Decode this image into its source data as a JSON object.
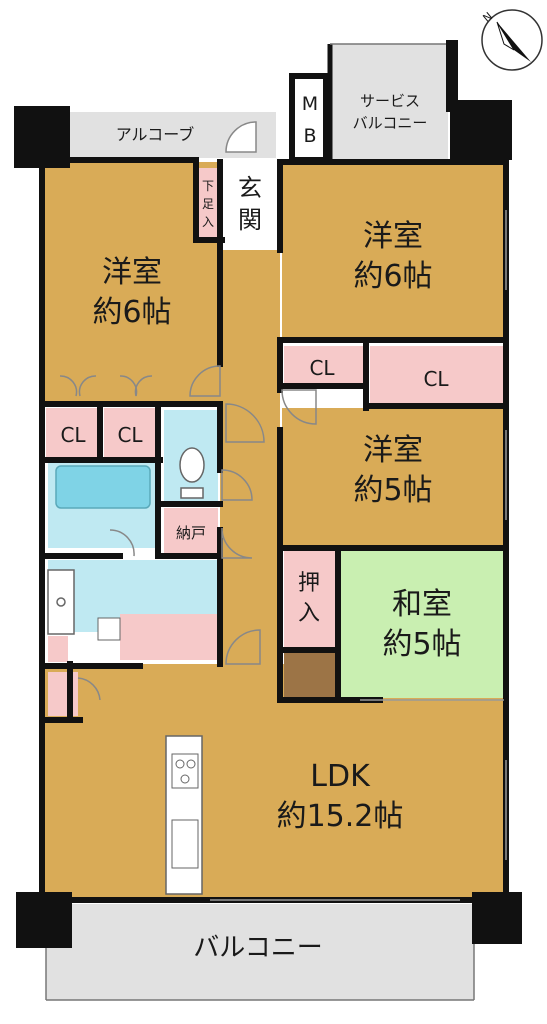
{
  "labels": {
    "alcove": "アルコーブ",
    "mb_1": "M",
    "mb_2": "B",
    "service_balcony_1": "サービス",
    "service_balcony_2": "バルコニー",
    "genkan_1": "玄",
    "genkan_2": "関",
    "shoe_storage_1": "下",
    "shoe_storage_2": "足",
    "shoe_storage_3": "入",
    "western_room_a_1": "洋室",
    "western_room_a_2": "約6帖",
    "western_room_b_1": "洋室",
    "western_room_b_2": "約6帖",
    "western_room_c_1": "洋室",
    "western_room_c_2": "約5帖",
    "cl": "CL",
    "storage_closet": "納戸",
    "oshiire_1": "押",
    "oshiire_2": "入",
    "japanese_room_1": "和室",
    "japanese_room_2": "約5帖",
    "ldk_1": "LDK",
    "ldk_2": "約15.2帖",
    "balcony": "バルコニー"
  },
  "colors": {
    "wood_floor": "#d9ab57",
    "closet": "#f6c9c9",
    "wet_area": "#bfe9f2",
    "bath": "#7fd3e6",
    "tatami": "#c9efb1",
    "tokonoma": "#9c7446",
    "balcony": "#e1e1e1",
    "wall": "#111111"
  },
  "compass": {
    "label": "N",
    "icon": "north-arrow-icon"
  }
}
